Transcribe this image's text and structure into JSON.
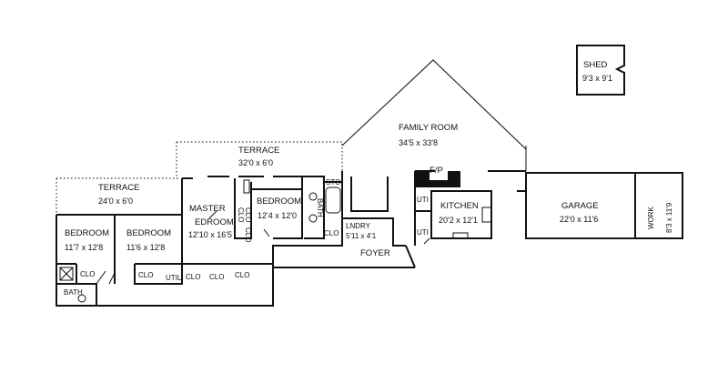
{
  "rooms": {
    "shed": {
      "name": "SHED",
      "dims": "9'3 x 9'1"
    },
    "family_room": {
      "name": "FAMILY ROOM",
      "dims": "34'5 x 33'8"
    },
    "terrace_upper": {
      "name": "TERRACE",
      "dims": "32'0 x 6'0"
    },
    "terrace_left": {
      "name": "TERRACE",
      "dims": "24'0 x 6'0"
    },
    "master": {
      "name_line1": "MASTER",
      "name_line2": "EDROOM",
      "dims": "12'10 x 16'5"
    },
    "bedroom_mid": {
      "name": "BEDROOM",
      "dims": "12'4 x 12'0"
    },
    "bedroom_1": {
      "name": "BEDROOM",
      "dims": "11'7 x 12'8"
    },
    "bedroom_2": {
      "name": "BEDROOM",
      "dims": "11'6 x 12'8"
    },
    "kitchen": {
      "name": "KITCHEN",
      "dims": "20'2 x 12'1"
    },
    "garage": {
      "name": "GARAGE",
      "dims": "22'0 x 11'6"
    },
    "work": {
      "name": "WORK",
      "dims": "8'3 x 11'9"
    },
    "laundry": {
      "name": "LNDRY",
      "dims": "5'11 x 4'1"
    },
    "foyer": {
      "name": "FOYER"
    },
    "fireplace": {
      "name": "F/P"
    }
  },
  "labels": {
    "clo": "CLO",
    "util": "UTIL",
    "util_short": "UTI",
    "bath": "BATH",
    "sto": "STO"
  }
}
